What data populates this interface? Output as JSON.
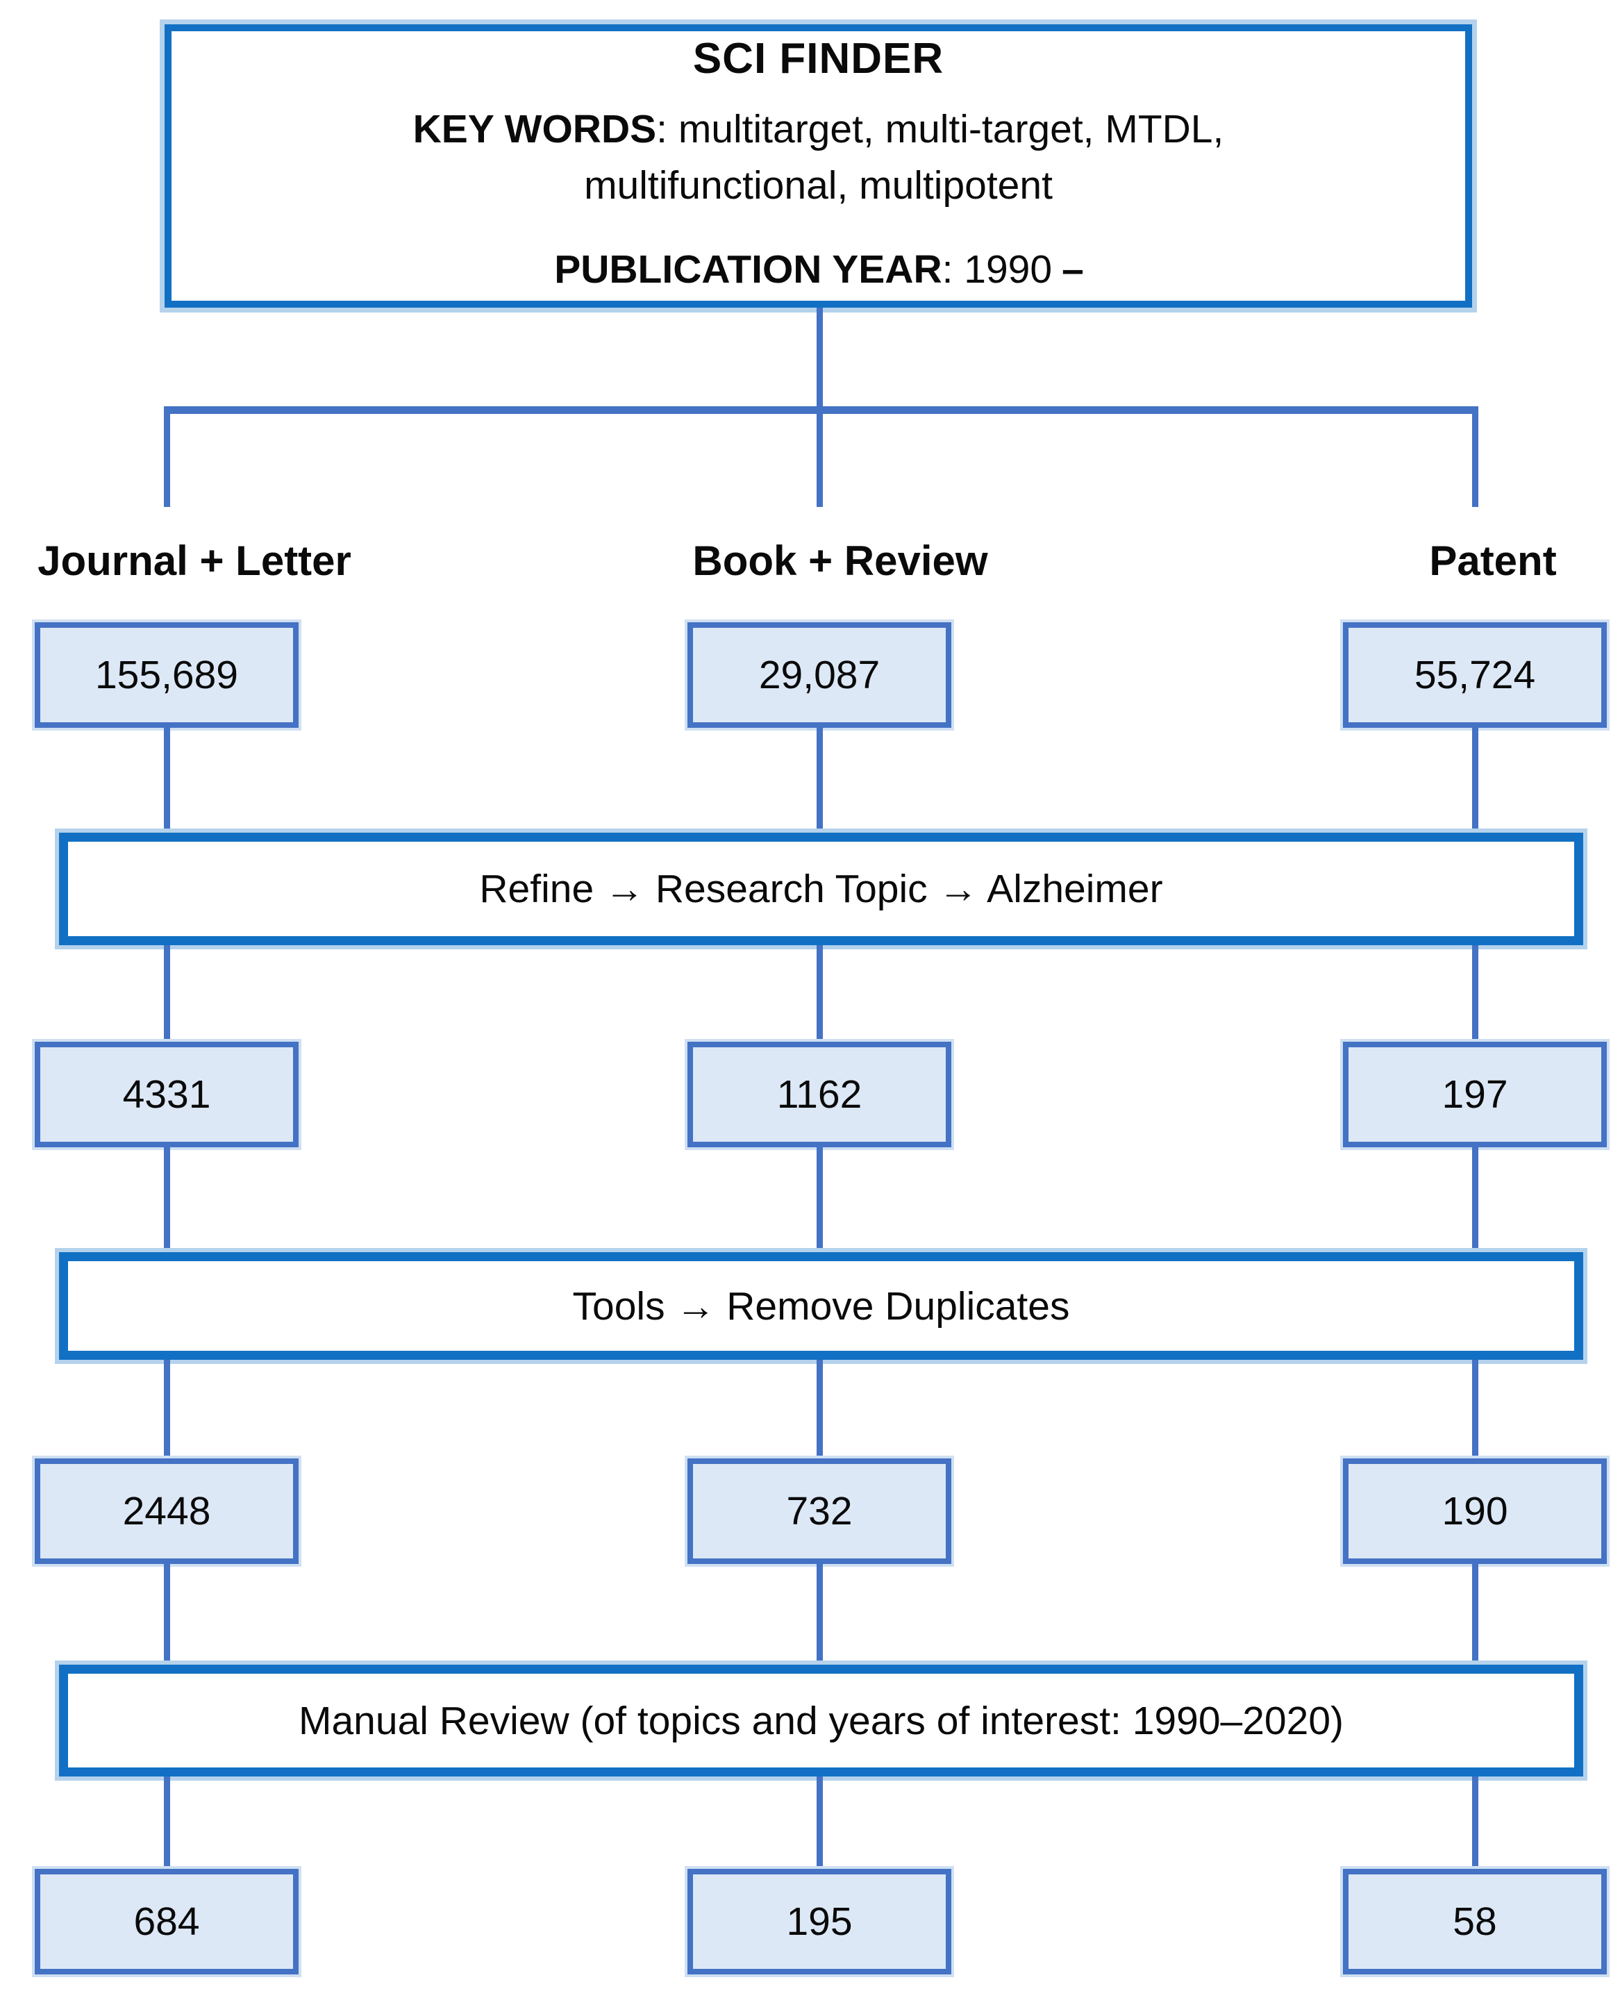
{
  "header": {
    "title": "SCI FINDER",
    "keywords_label": "KEY WORDS",
    "keywords_rest": ": multitarget, multi-target, MTDL,",
    "keywords_line2": "multifunctional, multipotent",
    "pubyear_label": "PUBLICATION YEAR",
    "pubyear_rest": ": 1990",
    "pubyear_dash": "–"
  },
  "columns": [
    {
      "label": "Journal + Letter",
      "counts": [
        "155,689",
        "4331",
        "2448",
        "684"
      ]
    },
    {
      "label": "Book + Review",
      "counts": [
        "29,087",
        "1162",
        "732",
        "195"
      ]
    },
    {
      "label": "Patent",
      "counts": [
        "55,724",
        "197",
        "190",
        "58"
      ]
    }
  ],
  "stages": [
    {
      "label": "Refine → Research Topic → Alzheimer"
    },
    {
      "label": "Tools → Remove Duplicates"
    },
    {
      "label": "Manual Review (of topics and years of interest: 1990–2020)"
    }
  ],
  "colors": {
    "strong-blue": "#1170c3",
    "line-blue": "#4472c4",
    "box-fill": "#dce8f6",
    "halo": "#b5d2ec",
    "halo-soft": "#cfe0f2",
    "text": "#0a0a0a"
  }
}
